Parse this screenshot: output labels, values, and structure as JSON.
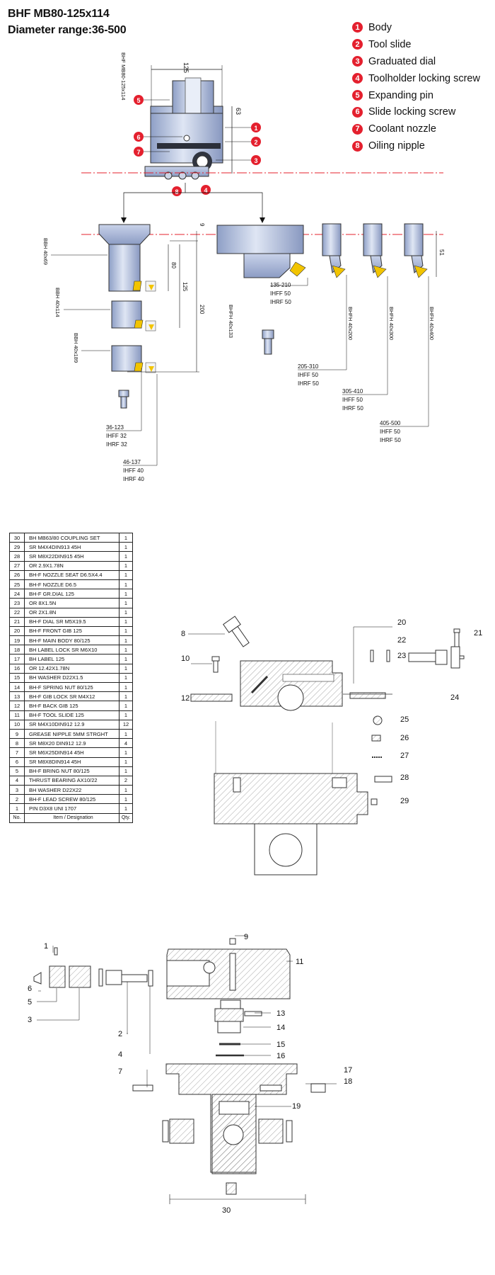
{
  "header": {
    "title_line1": "BHF MB80-125x114",
    "title_line2": "Diameter range:36-500"
  },
  "legend": [
    {
      "num": "1",
      "label": "Body"
    },
    {
      "num": "2",
      "label": "Tool slide"
    },
    {
      "num": "3",
      "label": "Graduated dial"
    },
    {
      "num": "4",
      "label": "Toolholder locking screw"
    },
    {
      "num": "5",
      "label": "Expanding pin"
    },
    {
      "num": "6",
      "label": "Slide locking screw"
    },
    {
      "num": "7",
      "label": "Coolant nozzle"
    },
    {
      "num": "8",
      "label": "Oiling nipple"
    }
  ],
  "colors": {
    "accent_red": "#e4202e",
    "body_blue": "#aebbd9",
    "insert_yellow": "#f2c400"
  },
  "overview": {
    "head_label": "BHF MB80-125x114",
    "dim_125": "125",
    "dim_63": "63",
    "bars": [
      {
        "label": "BBH 40x69"
      },
      {
        "label": "BBH 40x114"
      },
      {
        "label": "BBH 40x189"
      }
    ],
    "bar_dims": {
      "d80": "80",
      "d125": "125",
      "d200": "200"
    },
    "dim_9": "9",
    "dim_51": "51",
    "slides": [
      {
        "label": "BHFH 40x133"
      },
      {
        "label": "BHFH 40x200"
      },
      {
        "label": "BHFH 40x300"
      },
      {
        "label": "BHFH 40x400"
      }
    ],
    "ranges": [
      {
        "range": "36-123",
        "insert1": "IHFF 32",
        "insert2": "IHRF 32"
      },
      {
        "range": "46-137",
        "insert1": "IHFF 40",
        "insert2": "IHRF 40"
      },
      {
        "range": "135-210",
        "insert1": "IHFF 50",
        "insert2": "IHRF 50"
      },
      {
        "range": "205-310",
        "insert1": "IHFF 50",
        "insert2": "IHRF 50"
      },
      {
        "range": "305-410",
        "insert1": "IHFF 50",
        "insert2": "IHRF 50"
      },
      {
        "range": "405-500",
        "insert1": "IHFF 50",
        "insert2": "IHRF 50"
      }
    ]
  },
  "parts_table": {
    "header": {
      "no": "No.",
      "item": "Item / Designation",
      "qty": "Qty."
    },
    "rows": [
      {
        "no": "30",
        "item": "BH MB63/80 COUPLING SET",
        "qty": "1"
      },
      {
        "no": "29",
        "item": "SR M4X4DIN913 45H",
        "qty": "1"
      },
      {
        "no": "28",
        "item": "SR M8X22DIN915 45H",
        "qty": "1"
      },
      {
        "no": "27",
        "item": "OR 2.9X1.78N",
        "qty": "1"
      },
      {
        "no": "26",
        "item": "BH-F NOZZLE SEAT D6.5X4.4",
        "qty": "1"
      },
      {
        "no": "25",
        "item": "BH-F NOZZLE D6.5",
        "qty": "1"
      },
      {
        "no": "24",
        "item": "BH-F GR.DIAL 125",
        "qty": "1"
      },
      {
        "no": "23",
        "item": "OR 8X1.5N",
        "qty": "1"
      },
      {
        "no": "22",
        "item": "OR 2X1.8N",
        "qty": "1"
      },
      {
        "no": "21",
        "item": "BH-F DIAL SR M5X19.5",
        "qty": "1"
      },
      {
        "no": "20",
        "item": "BH-F FRONT GIB 125",
        "qty": "1"
      },
      {
        "no": "19",
        "item": "BH-F MAIN BODY 80/125",
        "qty": "1"
      },
      {
        "no": "18",
        "item": "BH LABEL LOCK SR M6X10",
        "qty": "1"
      },
      {
        "no": "17",
        "item": "BH LABEL 125",
        "qty": "1"
      },
      {
        "no": "16",
        "item": "OR 12.42X1.78N",
        "qty": "1"
      },
      {
        "no": "15",
        "item": "BH WASHER D22X1.5",
        "qty": "1"
      },
      {
        "no": "14",
        "item": "BH-F SPRING NUT 80/125",
        "qty": "1"
      },
      {
        "no": "13",
        "item": "BH-F GIB LOCK SR M4X12",
        "qty": "1"
      },
      {
        "no": "12",
        "item": "BH-F BACK GIB 125",
        "qty": "1"
      },
      {
        "no": "11",
        "item": "BH-F TOOL SLIDE 125",
        "qty": "1"
      },
      {
        "no": "10",
        "item": "SR M4X10DIN912 12.9",
        "qty": "12"
      },
      {
        "no": "9",
        "item": "GREASE NIPPLE 5MM STRGHT",
        "qty": "1"
      },
      {
        "no": "8",
        "item": "SR M8X20 DIN912 12.9",
        "qty": "4"
      },
      {
        "no": "7",
        "item": "SR M6X25DIN914 45H",
        "qty": "1"
      },
      {
        "no": "6",
        "item": "SR M8X8DIN914 45H",
        "qty": "1"
      },
      {
        "no": "5",
        "item": "BH-F BRING NUT 80/125",
        "qty": "1"
      },
      {
        "no": "4",
        "item": "THRUST BEARING AX10/22",
        "qty": "2"
      },
      {
        "no": "3",
        "item": "BH WASHER D22X22",
        "qty": "1"
      },
      {
        "no": "2",
        "item": "BH-F LEAD SCREW 80/125",
        "qty": "1"
      },
      {
        "no": "1",
        "item": "PIN D3X8 UNI 1707",
        "qty": "1"
      }
    ]
  },
  "exploded1": {
    "callouts": [
      "8",
      "10",
      "12",
      "20",
      "21",
      "22",
      "23",
      "24",
      "25",
      "26",
      "27",
      "28",
      "29"
    ]
  },
  "exploded2": {
    "callouts": [
      "9",
      "1",
      "11",
      "6",
      "5",
      "3",
      "13",
      "14",
      "2",
      "15",
      "4",
      "16",
      "7",
      "17",
      "18",
      "19",
      "30"
    ]
  }
}
